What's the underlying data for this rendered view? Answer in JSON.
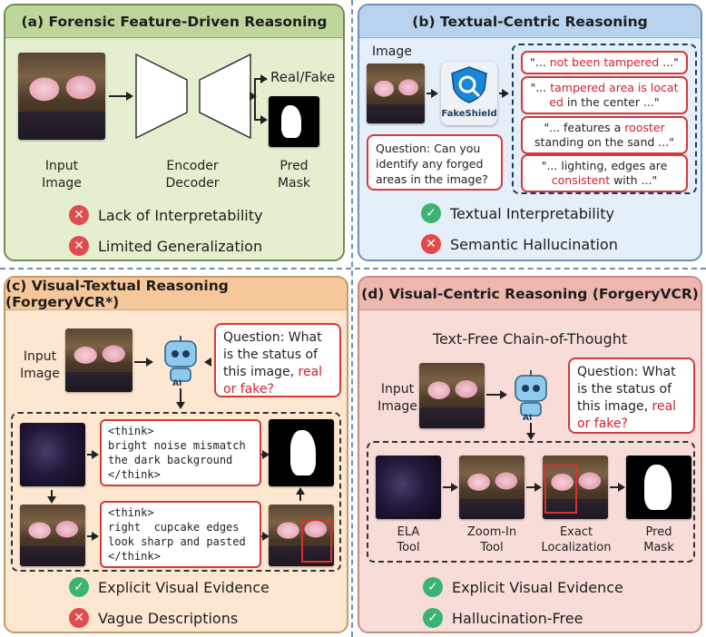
{
  "panel_a": {
    "title": "(a) Forensic Feature-Driven Reasoning",
    "input_label": "Input\nImage",
    "encoder_label": "Encoder\nDecoder",
    "real_fake_label": "Real/Fake",
    "mask_label": "Pred\nMask",
    "con_1": "Lack of Interpretability",
    "con_2": "Limited Generalization"
  },
  "panel_b": {
    "title": "(b) Textual-Centric Reasoning",
    "image_label": "Image",
    "fakeshield_label": "FakeShield",
    "question": "Question: Can you identify any forged areas in the image?",
    "quote_1_pre": "\"... ",
    "quote_1_red": "not been tampered",
    "quote_1_post": " ...\"",
    "quote_2_pre": "\"... ",
    "quote_2_red": "tampered area is locat ed",
    "quote_2_post": " in the center ...\"",
    "quote_3_pre": "\"... features a ",
    "quote_3_red": "rooster",
    "quote_3_post": " standing on the sand ...\"",
    "quote_4_pre": "\"... lighting, edges are ",
    "quote_4_red": "consistent",
    "quote_4_post": " with ...\"",
    "pro_1": "Textual Interpretability",
    "con_1": "Semantic Hallucination"
  },
  "panel_c": {
    "title": "(c) Visual-Textual Reasoning (ForgeryVCR*)",
    "input_label": "Input\nImage",
    "question_pre": "Question: What is the status of this image, ",
    "question_red": "real or fake?",
    "think_1": "<think>\nbright noise mismatch\nthe dark background\n</think>",
    "think_2": "<think>\nright  cupcake edges\nlook sharp and pasted\n</think>",
    "pro_1": "Explicit Visual Evidence",
    "con_1": "Vague Descriptions"
  },
  "panel_d": {
    "title": "(d) Visual-Centric Reasoning (ForgeryVCR)",
    "subtitle": "Text-Free Chain-of-Thought",
    "input_label": "Input\nImage",
    "question_pre": "Question: What is the status of this image, ",
    "question_red": "real or fake?",
    "tool_1": "ELA\nTool",
    "tool_2": "Zoom-In\nTool",
    "tool_3": "Exact\nLocalization",
    "tool_4": "Pred\nMask",
    "pro_1": "Explicit Visual Evidence",
    "pro_2": "Hallucination-Free"
  },
  "colors": {
    "accent_red": "#d3202a",
    "good": "#3cb371",
    "bad": "#e24b4b"
  },
  "icons": {
    "check": "✓",
    "cross": "✕",
    "ai_label": "AI"
  }
}
